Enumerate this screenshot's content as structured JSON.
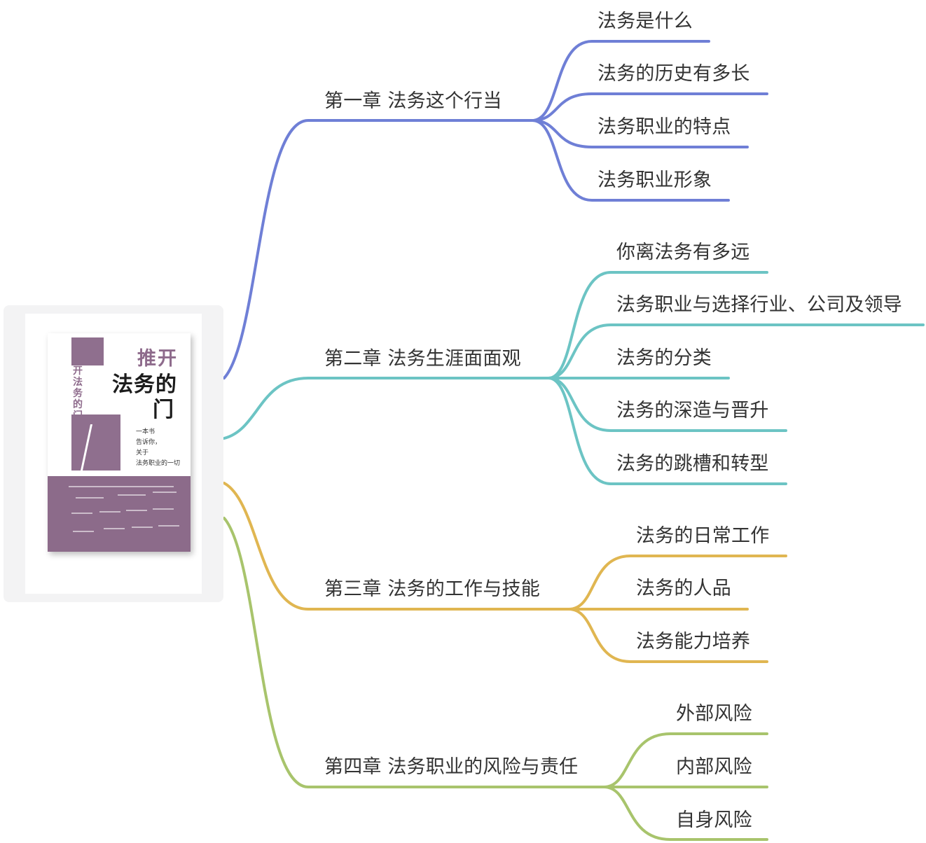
{
  "root": {
    "image": "book-cover",
    "cover_text": {
      "title_line1": "推开",
      "title_line2": "法务的",
      "title_line3": "门",
      "subtitle": [
        "一本书",
        "告诉你，",
        "关于",
        "法务职业的一切"
      ],
      "spine_title": "推开法务的门"
    }
  },
  "colors": {
    "chapter1": "#6f7fd6",
    "chapter2": "#6cc4c4",
    "chapter3": "#e0b651",
    "chapter4": "#a8c46c",
    "text": "#333333"
  },
  "chapters": [
    {
      "title": "第一章 法务这个行当",
      "topics": [
        "法务是什么",
        "法务的历史有多长",
        "法务职业的特点",
        "法务职业形象"
      ]
    },
    {
      "title": "第二章 法务生涯面面观",
      "topics": [
        "你离法务有多远",
        "法务职业与选择行业、公司及领导",
        "法务的分类",
        "法务的深造与晋升",
        "法务的跳槽和转型"
      ]
    },
    {
      "title": "第三章 法务的工作与技能",
      "topics": [
        "法务的日常工作",
        "法务的人品",
        "法务能力培养"
      ]
    },
    {
      "title": "第四章 法务职业的风险与责任",
      "topics": [
        "外部风险",
        "内部风险",
        "自身风险"
      ]
    }
  ]
}
